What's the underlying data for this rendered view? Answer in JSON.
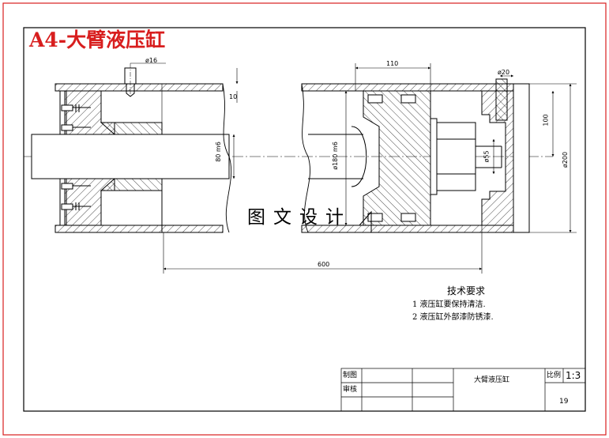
{
  "title": "A4-大臂液压缸",
  "watermark": "图文设计",
  "dimensions": {
    "d_pin": "ø16",
    "len_110": "110",
    "d_20": "ø20",
    "dim_10": "10",
    "shaft": "80 m6",
    "piston": "ø180 m6",
    "d_55": "ø55",
    "dim_100": "100",
    "d_200": "ø200",
    "len_600": "600"
  },
  "requirements": {
    "heading": "技术要求",
    "items": [
      "1  液压缸要保持清洁.",
      "2  液压缸外部漆防锈漆."
    ]
  },
  "title_block": {
    "drawn_label": "制图",
    "checked_label": "审核",
    "part_name": "大臂液压缸",
    "scale_label": "比例",
    "scale_value": "1:3",
    "sheet_no": "19"
  },
  "colors": {
    "border": "#d81e1e",
    "lines": "#000000",
    "title": "#d81e1e"
  }
}
